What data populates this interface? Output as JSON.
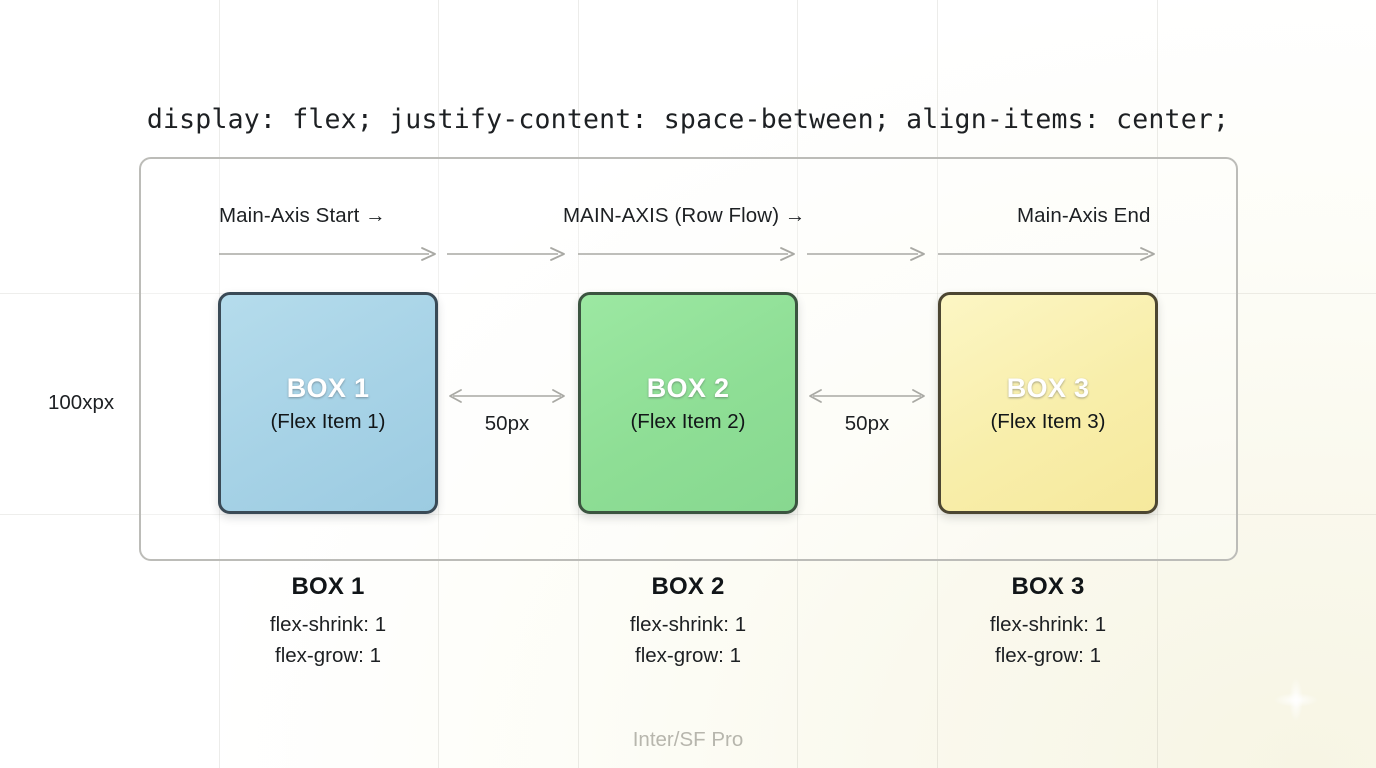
{
  "title": "display: flex; justify-content: space-between; align-items: center;",
  "axis": {
    "start_label": "Main-Axis Start →",
    "middle_label": "MAIN-AXIS (Row Flow) →",
    "end_label": "Main-Axis End"
  },
  "height_label": "100xpx",
  "boxes": [
    {
      "title": "BOX 1",
      "subtitle": "(Flex Item 1)",
      "fill": "#a6d2e6",
      "border": "#3a4a56"
    },
    {
      "title": "BOX 2",
      "subtitle": "(Flex Item 2)",
      "fill": "#8ede95",
      "border": "#3b5440"
    },
    {
      "title": "BOX 3",
      "subtitle": "(Flex Item 3)",
      "fill": "#f8eeaa",
      "border": "#4c4632"
    }
  ],
  "gaps": [
    {
      "label": "50px"
    },
    {
      "label": "50px"
    }
  ],
  "legend": [
    {
      "title": "BOX 1",
      "shrink": "flex-shrink: 1",
      "grow": "flex-grow: 1"
    },
    {
      "title": "BOX 2",
      "shrink": "flex-shrink: 1",
      "grow": "flex-grow: 1"
    },
    {
      "title": "BOX 3",
      "shrink": "flex-shrink: 1",
      "grow": "flex-grow: 1"
    }
  ],
  "footer": "Inter/SF Pro",
  "colors": {
    "background": "#faf9ee",
    "container_border": "#bcbcb8",
    "grid_line": "#8c8c82",
    "arrow": "#a9a9a4",
    "text": "#1d2023",
    "footer_text": "#b7b6ad"
  }
}
